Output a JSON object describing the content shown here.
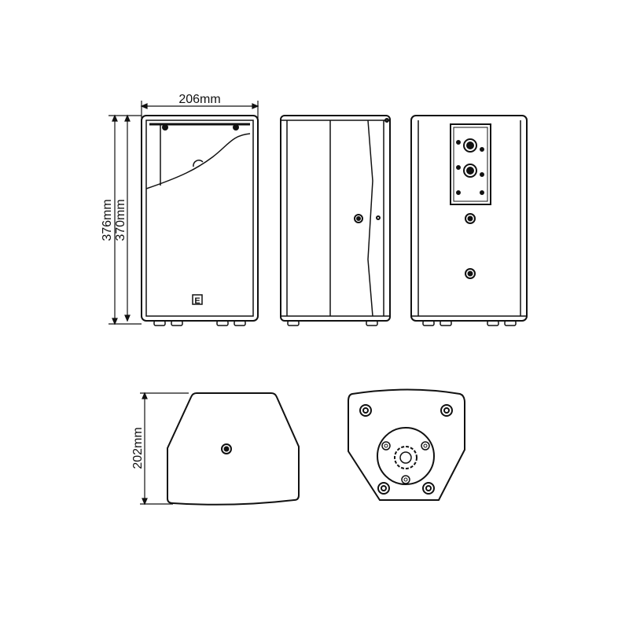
{
  "dimensions": {
    "width": "206mm",
    "height_overall": "376mm",
    "height_body": "370mm",
    "depth": "202mm"
  },
  "views": [
    "front-view",
    "side-view",
    "rear-view",
    "top-view",
    "bottom-view"
  ],
  "logo": {
    "glyph": "E"
  },
  "colors": {
    "line": "#111111",
    "background": "#ffffff"
  }
}
